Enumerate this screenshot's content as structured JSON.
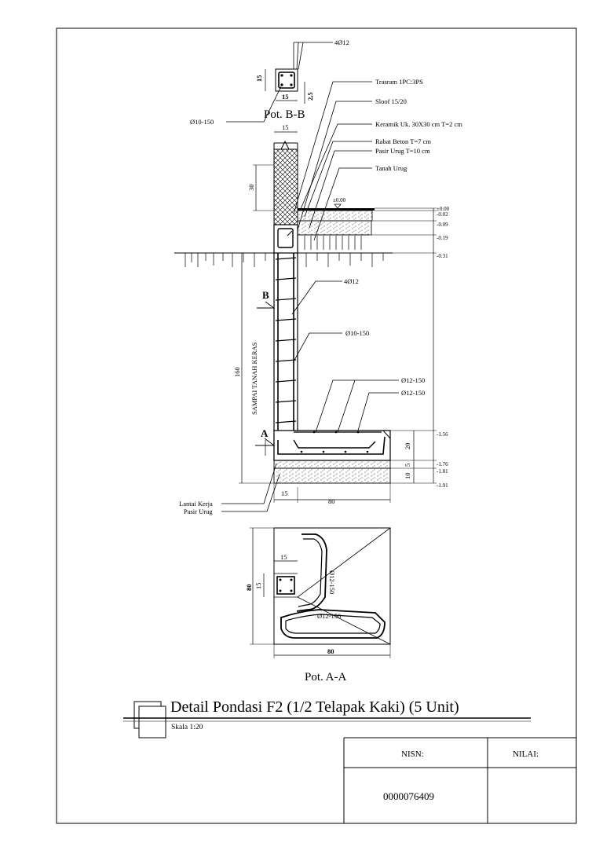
{
  "title": "Detail Pondasi F2 (1/2 Telapak Kaki) (5 Unit)",
  "scale": "Skala 1:20",
  "section_bb": {
    "label": "Pot. B-B",
    "rebar_main": "4Ø12",
    "dim_top": "15",
    "dim_bottom": "15",
    "dim_side": "15",
    "dim_cover": "2,5",
    "stirrup": "Ø10-150"
  },
  "layers": {
    "trasram": "Trasram 1PC:3PS",
    "sloof": "Sloof 15/20",
    "keramik": "Keramik Uk. 30X30 cm T=2 cm",
    "rabat": "Rabat Beton T=7 cm",
    "pasir": "Pasir Urug T=10 cm",
    "tanah": "Tanah Urug"
  },
  "elevations": {
    "e0": "±0.00",
    "e1": "-0.02",
    "e2": "-0.09",
    "e3": "-0.19",
    "e4": "-0.31",
    "e5": "-1.56",
    "e6": "-1.76",
    "e7": "-1.81",
    "e8": "-1.91",
    "floor_mark": "±0.00"
  },
  "column": {
    "width": "15",
    "brick_height": "30",
    "depth": "160",
    "hard_soil": "SAMPAI TANAH KERAS",
    "rebar_main": "4Ø12",
    "stirrup": "Ø10-150",
    "marker_b": "B",
    "marker_a": "A"
  },
  "footing": {
    "rebar_1": "Ø12-150",
    "rebar_2": "Ø12-150",
    "thickness": "20",
    "work_floor_dim": "5",
    "sand_dim": "10",
    "col_width": "15",
    "width": "80",
    "lantai_kerja": "Lantai Kerja",
    "pasir_urug": "Pasir Urug"
  },
  "plan_aa": {
    "label": "Pot. A-A",
    "dim_col_top": "15",
    "dim_col_side": "15",
    "dim_height": "80",
    "dim_width": "80",
    "rebar_vertical": "Ø12-150",
    "rebar_horizontal": "Ø12-150"
  },
  "table": {
    "nisn_label": "NISN:",
    "nilai_label": "NILAI:",
    "nisn_value": "0000076409",
    "nilai_value": ""
  }
}
